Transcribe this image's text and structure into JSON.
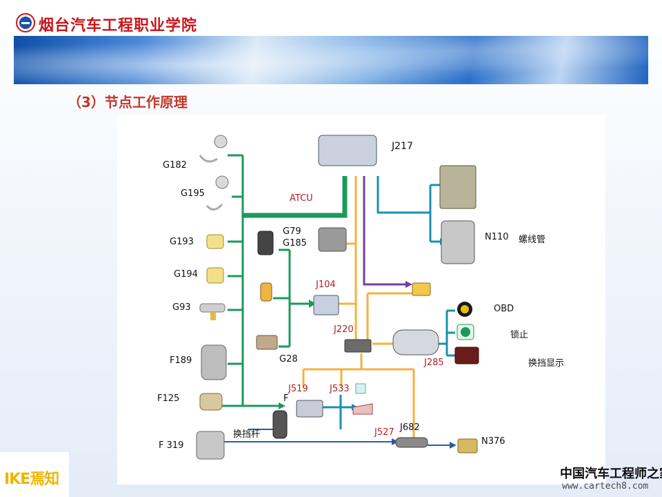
{
  "header": {
    "school_name": "烟台汽车工程职业学院"
  },
  "section_title": "（3）节点工作原理",
  "diagram": {
    "labels": {
      "G182": "G182",
      "G195": "G195",
      "G193": "G193",
      "G194": "G194",
      "G93": "G93",
      "F189": "F189",
      "F125": "F125",
      "F319": "F 319",
      "ATCU": "ATCU",
      "G79": "G79",
      "G185": "G185",
      "J104": "J104",
      "G28": "G28",
      "J217": "J217",
      "N110": "N110",
      "solenoid": "螺线管",
      "J220": "J220",
      "OBD": "OBD",
      "lock": "锁止",
      "shift_display": "换挡显示",
      "J285": "J285",
      "J519": "J519",
      "J533": "J533",
      "F": "F",
      "shift_lever": "换挡杆",
      "J527": "J527",
      "J682": "J682",
      "N376": "N376"
    },
    "colors": {
      "green_bus": "#1a9a5a",
      "orange_bus": "#f5b13d",
      "purple_bus": "#7b3aa0",
      "teal_bus": "#1a8fb0",
      "red_text": "#b32024"
    }
  },
  "footer": {
    "ike_logo": "IKE焉知",
    "watermark_cn": "中国汽车工程师之家",
    "watermark_url": "www.cartech8.com"
  }
}
